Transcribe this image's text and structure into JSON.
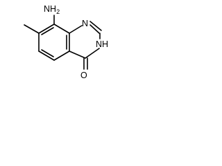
{
  "molecule": {
    "atoms": {
      "amino": "NH",
      "amino_sub": "2",
      "n1": "N",
      "n3": "N",
      "n3_h": "H",
      "oxygen": "O"
    }
  },
  "colors": {
    "bond": "#000000",
    "background": "#ffffff"
  }
}
